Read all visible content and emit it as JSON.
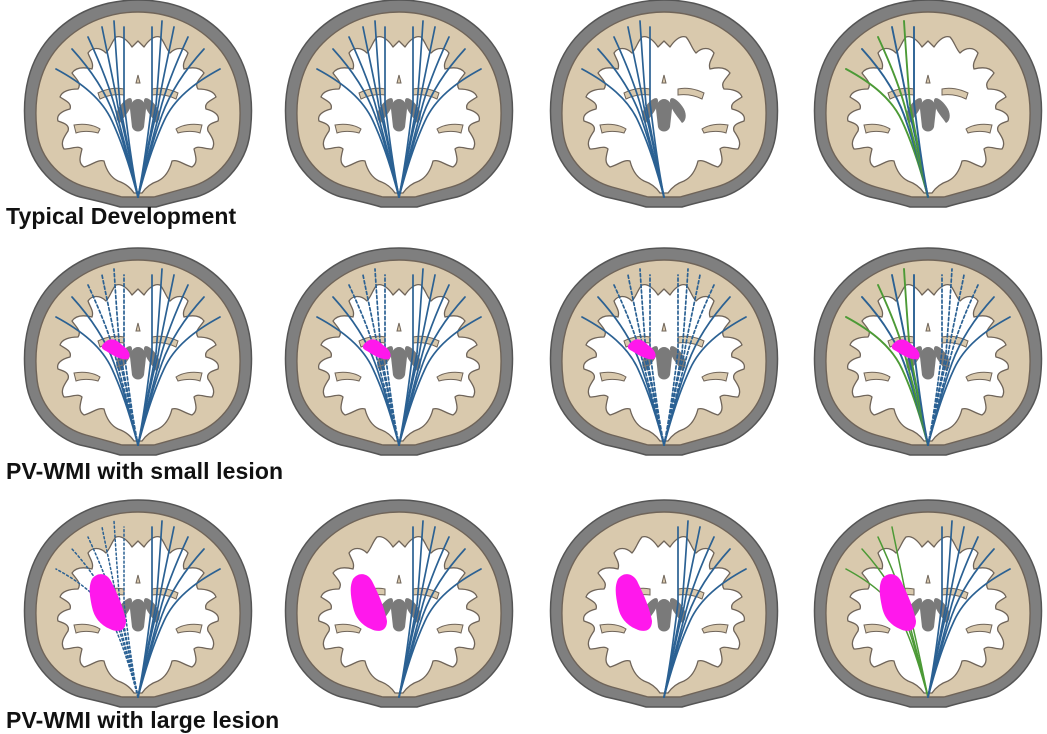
{
  "colors": {
    "skull": "#7f7f7f",
    "skull_outline": "#555555",
    "gray_matter": "#d9c9ad",
    "gray_matter_outline": "#6f6459",
    "white_matter": "#ffffff",
    "ventricle": "#7a7a7a",
    "tract_intact": "#2b6193",
    "tract_highlight": "#4c9a36",
    "lesion": "#ff18ec",
    "label_text": "#111111"
  },
  "rows": [
    {
      "label": "Typical Development",
      "panels": [
        {
          "left": "intact",
          "right": "intact",
          "highlight": false,
          "lesion": "none"
        },
        {
          "left": "intact",
          "right": "intact",
          "highlight": false,
          "lesion": "none"
        },
        {
          "left": "intact",
          "right": "none",
          "highlight": false,
          "lesion": "none"
        },
        {
          "left": "highlight",
          "right": "none",
          "highlight": true,
          "lesion": "none"
        }
      ]
    },
    {
      "label": "PV-WMI with small lesion",
      "panels": [
        {
          "left": "partial",
          "right": "intact",
          "highlight": false,
          "lesion": "small"
        },
        {
          "left": "partial",
          "right": "intact",
          "highlight": false,
          "lesion": "small"
        },
        {
          "left": "partial",
          "right": "partial",
          "highlight": false,
          "lesion": "small"
        },
        {
          "left": "highlight",
          "right": "partial",
          "highlight": true,
          "lesion": "small"
        }
      ]
    },
    {
      "label": "PV-WMI with large lesion",
      "panels": [
        {
          "left": "dotted",
          "right": "intact",
          "highlight": false,
          "lesion": "large"
        },
        {
          "left": "none",
          "right": "intact",
          "highlight": false,
          "lesion": "large"
        },
        {
          "left": "none",
          "right": "intact",
          "highlight": false,
          "lesion": "large"
        },
        {
          "left": "highlight-sparse",
          "right": "intact",
          "highlight": true,
          "lesion": "large"
        }
      ]
    }
  ]
}
